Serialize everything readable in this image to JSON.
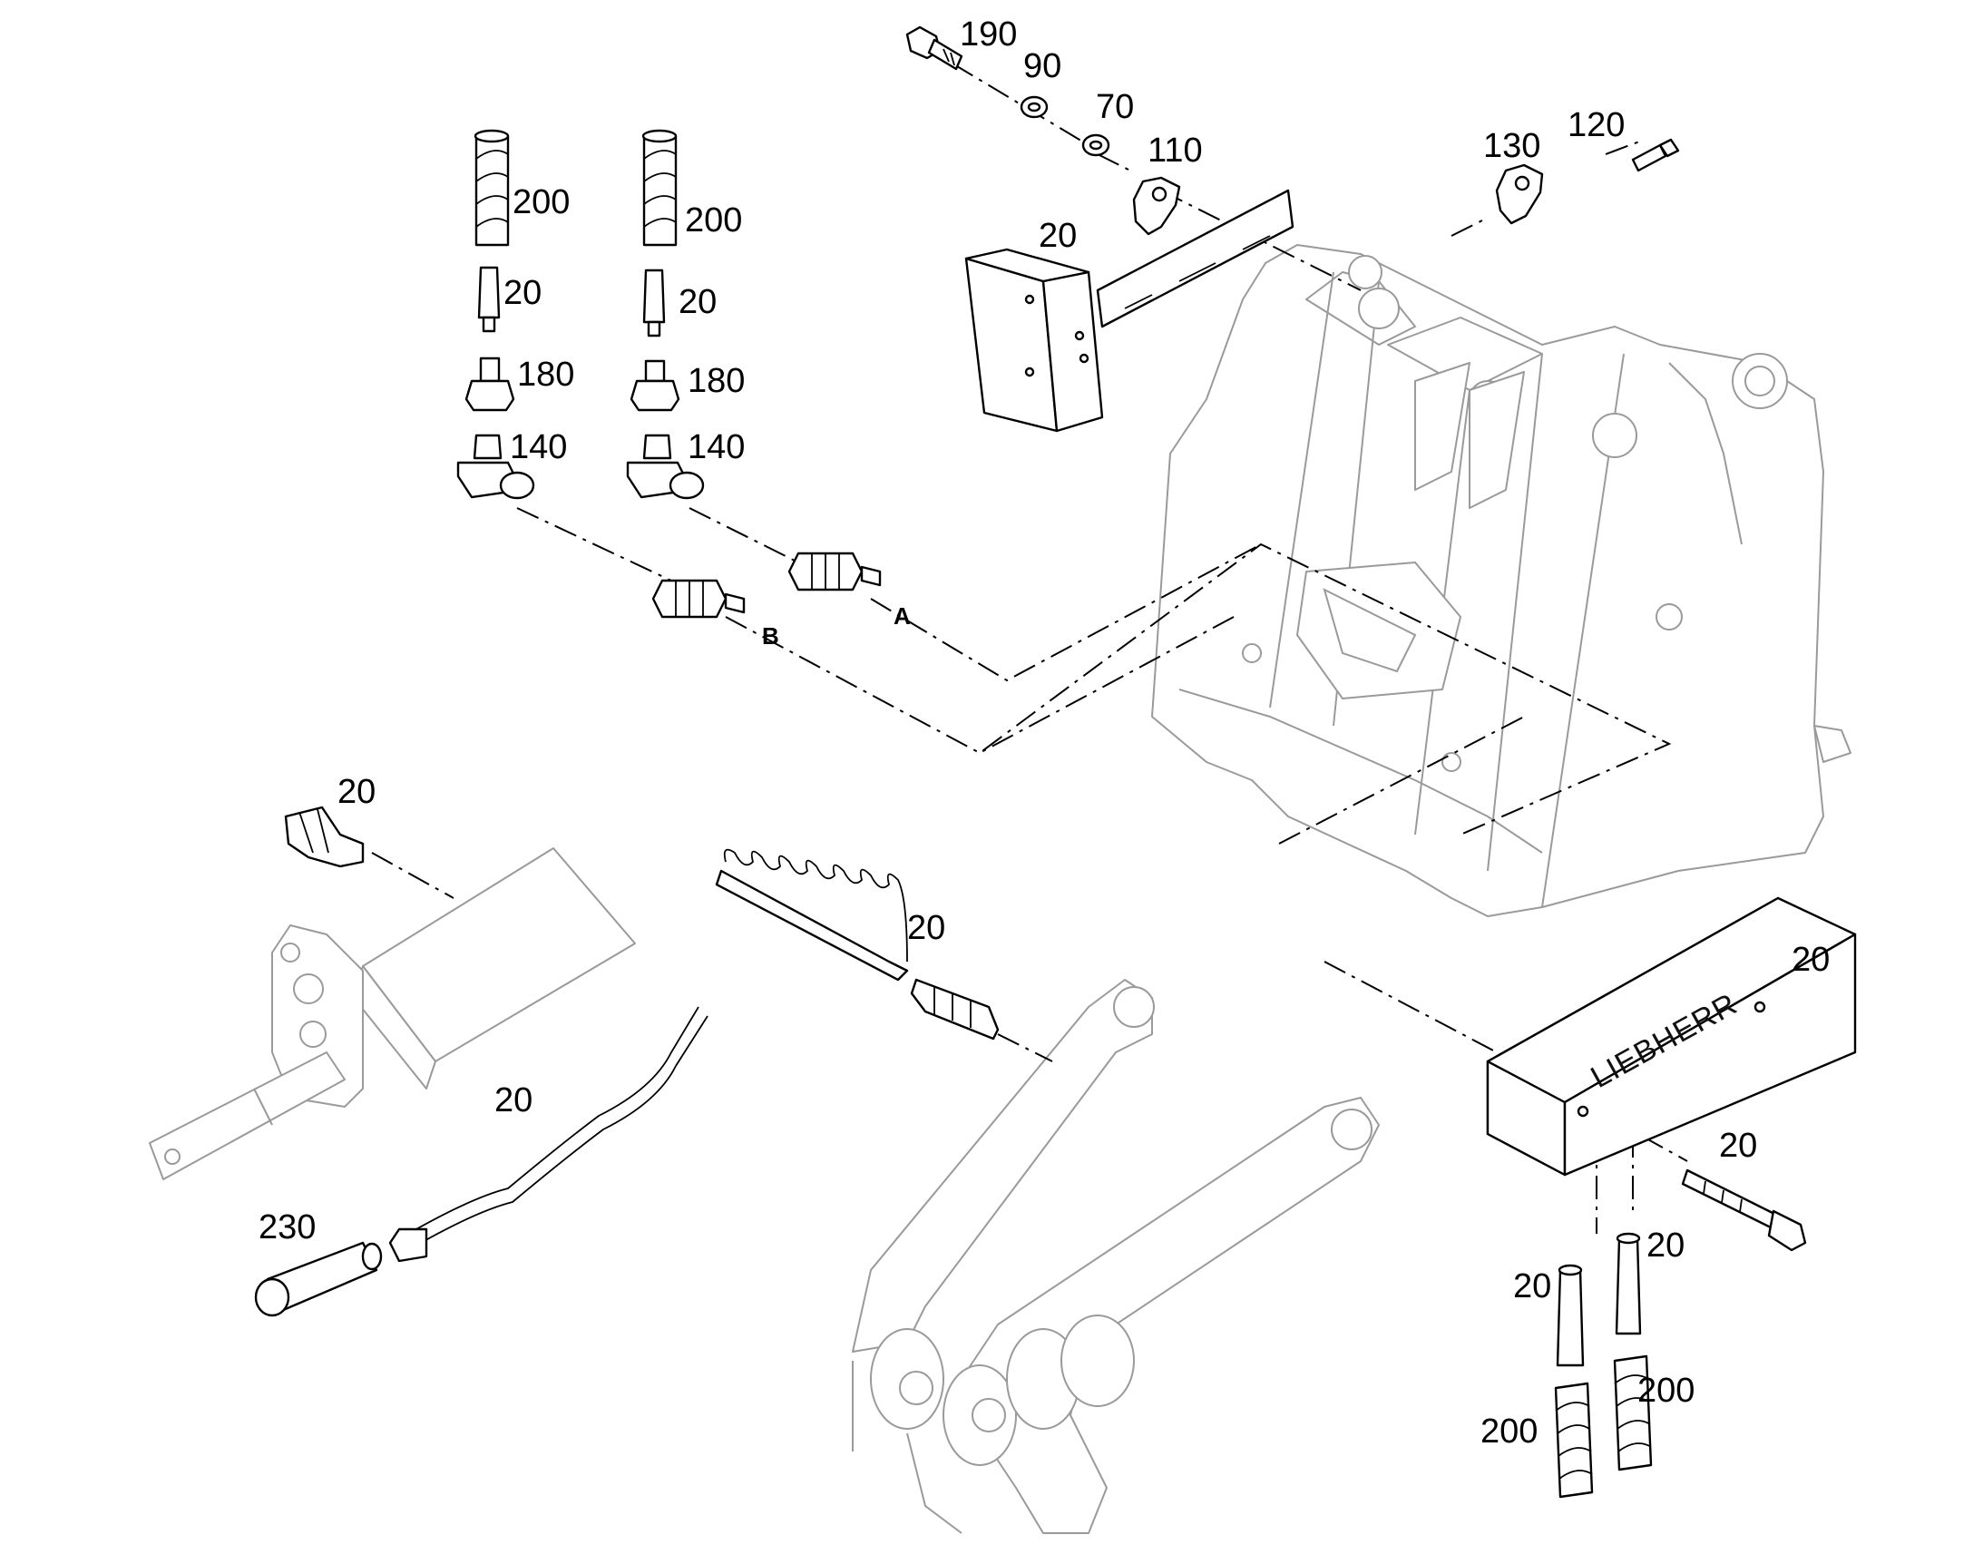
{
  "labels": {
    "l190": "190",
    "l90": "90",
    "l70": "70",
    "l110": "110",
    "l20_bracket": "20",
    "l130": "130",
    "l120": "120",
    "l200_a": "200",
    "l200_b": "200",
    "l20_pin_a": "20",
    "l20_pin_b": "20",
    "l180_a": "180",
    "l180_b": "180",
    "l140_a": "140",
    "l140_b": "140",
    "lA": "A",
    "lB": "B",
    "l20_fitting": "20",
    "l20_spring": "20",
    "l20_cable": "20",
    "l230": "230",
    "l20_weight": "20",
    "l20_bolt": "20",
    "l20_bush_r": "20",
    "l20_bush_l": "20",
    "l200_c": "200",
    "l200_d": "200"
  },
  "brand_text": "LIEBHERR",
  "colors": {
    "line": "#000000",
    "faint": "#9a9a9a",
    "background": "#ffffff"
  }
}
